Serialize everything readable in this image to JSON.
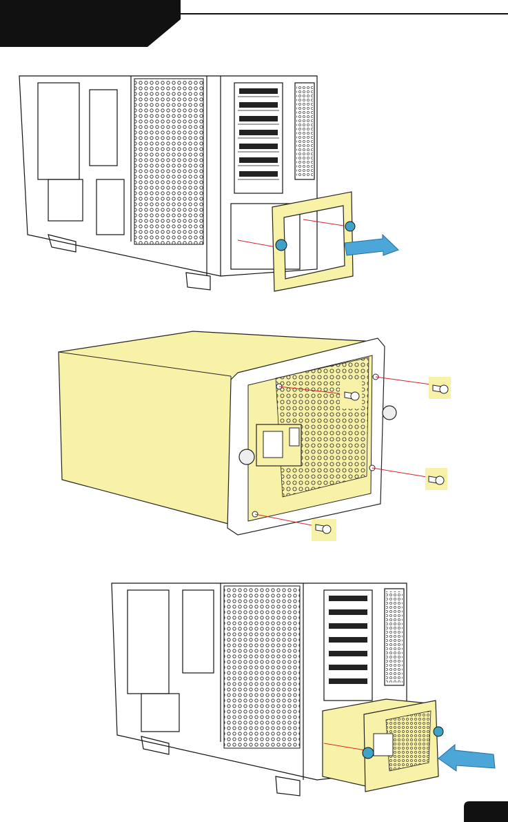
{
  "page": {
    "background": "#ffffff",
    "ink": "#111111",
    "highlight": "#f8f2a8",
    "highlight_stroke": "#222222",
    "arrow": "#4da6d8",
    "guide": "#d8232a",
    "thumbscrew": "#3fa3c8"
  },
  "header": {
    "tab_color": "#111111"
  },
  "page_number": {
    "badge_color": "#111111"
  },
  "figures": [
    {
      "id": "step-1",
      "icon": "bracket-removal",
      "arrow_direction": "out"
    },
    {
      "id": "step-2",
      "icon": "psu-bracket-screws",
      "screw_count": 4
    },
    {
      "id": "step-3",
      "icon": "psu-insertion",
      "arrow_direction": "in"
    }
  ]
}
